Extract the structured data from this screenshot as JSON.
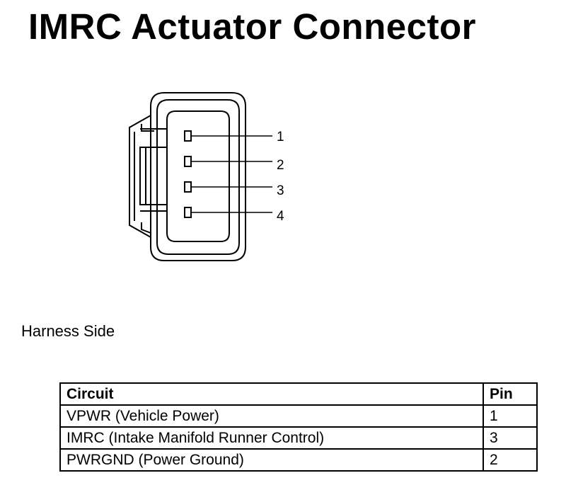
{
  "title": "IMRC Actuator Connector",
  "connector": {
    "pin_labels": [
      "1",
      "2",
      "3",
      "4"
    ]
  },
  "side_label": "Harness Side",
  "table": {
    "headers": {
      "circuit": "Circuit",
      "pin": "Pin"
    },
    "rows": [
      {
        "circuit": "VPWR (Vehicle Power)",
        "pin": "1"
      },
      {
        "circuit": "IMRC (Intake Manifold Runner Control)",
        "pin": "3"
      },
      {
        "circuit": "PWRGND (Power Ground)",
        "pin": "2"
      }
    ]
  }
}
